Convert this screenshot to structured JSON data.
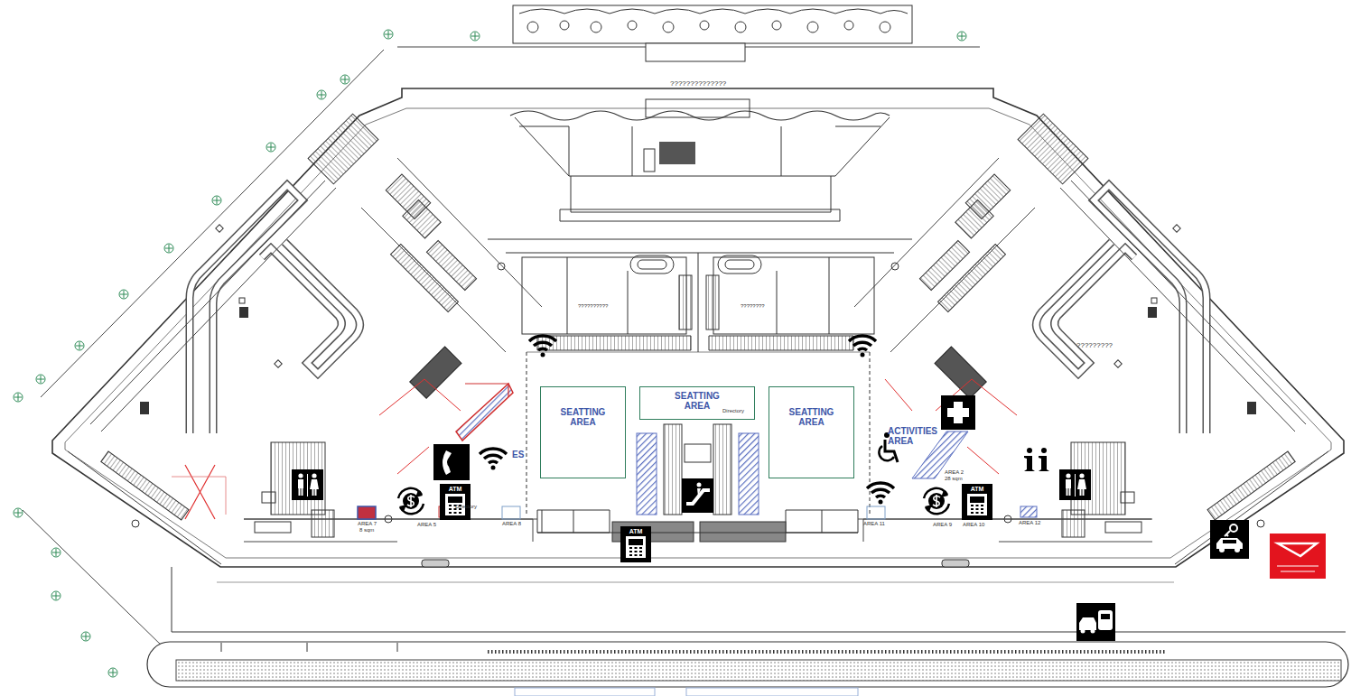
{
  "diagram": {
    "nodes": [
      {
        "text": [
          "SEATTING AREA"
        ]
      },
      {
        "text": [
          "SEATTING AREA"
        ]
      },
      {
        "text": [
          "SEATTING AREA"
        ]
      },
      {
        "text": [
          "ATM"
        ]
      },
      {
        "text": [
          "ATM"
        ]
      },
      {
        "text": [
          "ATM"
        ]
      }
    ],
    "labels": [
      "??????????????",
      "??????????",
      "????????",
      "?????????",
      "ES",
      "Directory",
      "Directory",
      "ACTIVITIES AREA",
      "AREA 7",
      "8 sqm",
      "AREA 5",
      "AREA 9",
      "AREA 10",
      "AREA 12",
      "AREA 2",
      "28 sqm",
      "AREA 11",
      "AREA 8"
    ]
  }
}
